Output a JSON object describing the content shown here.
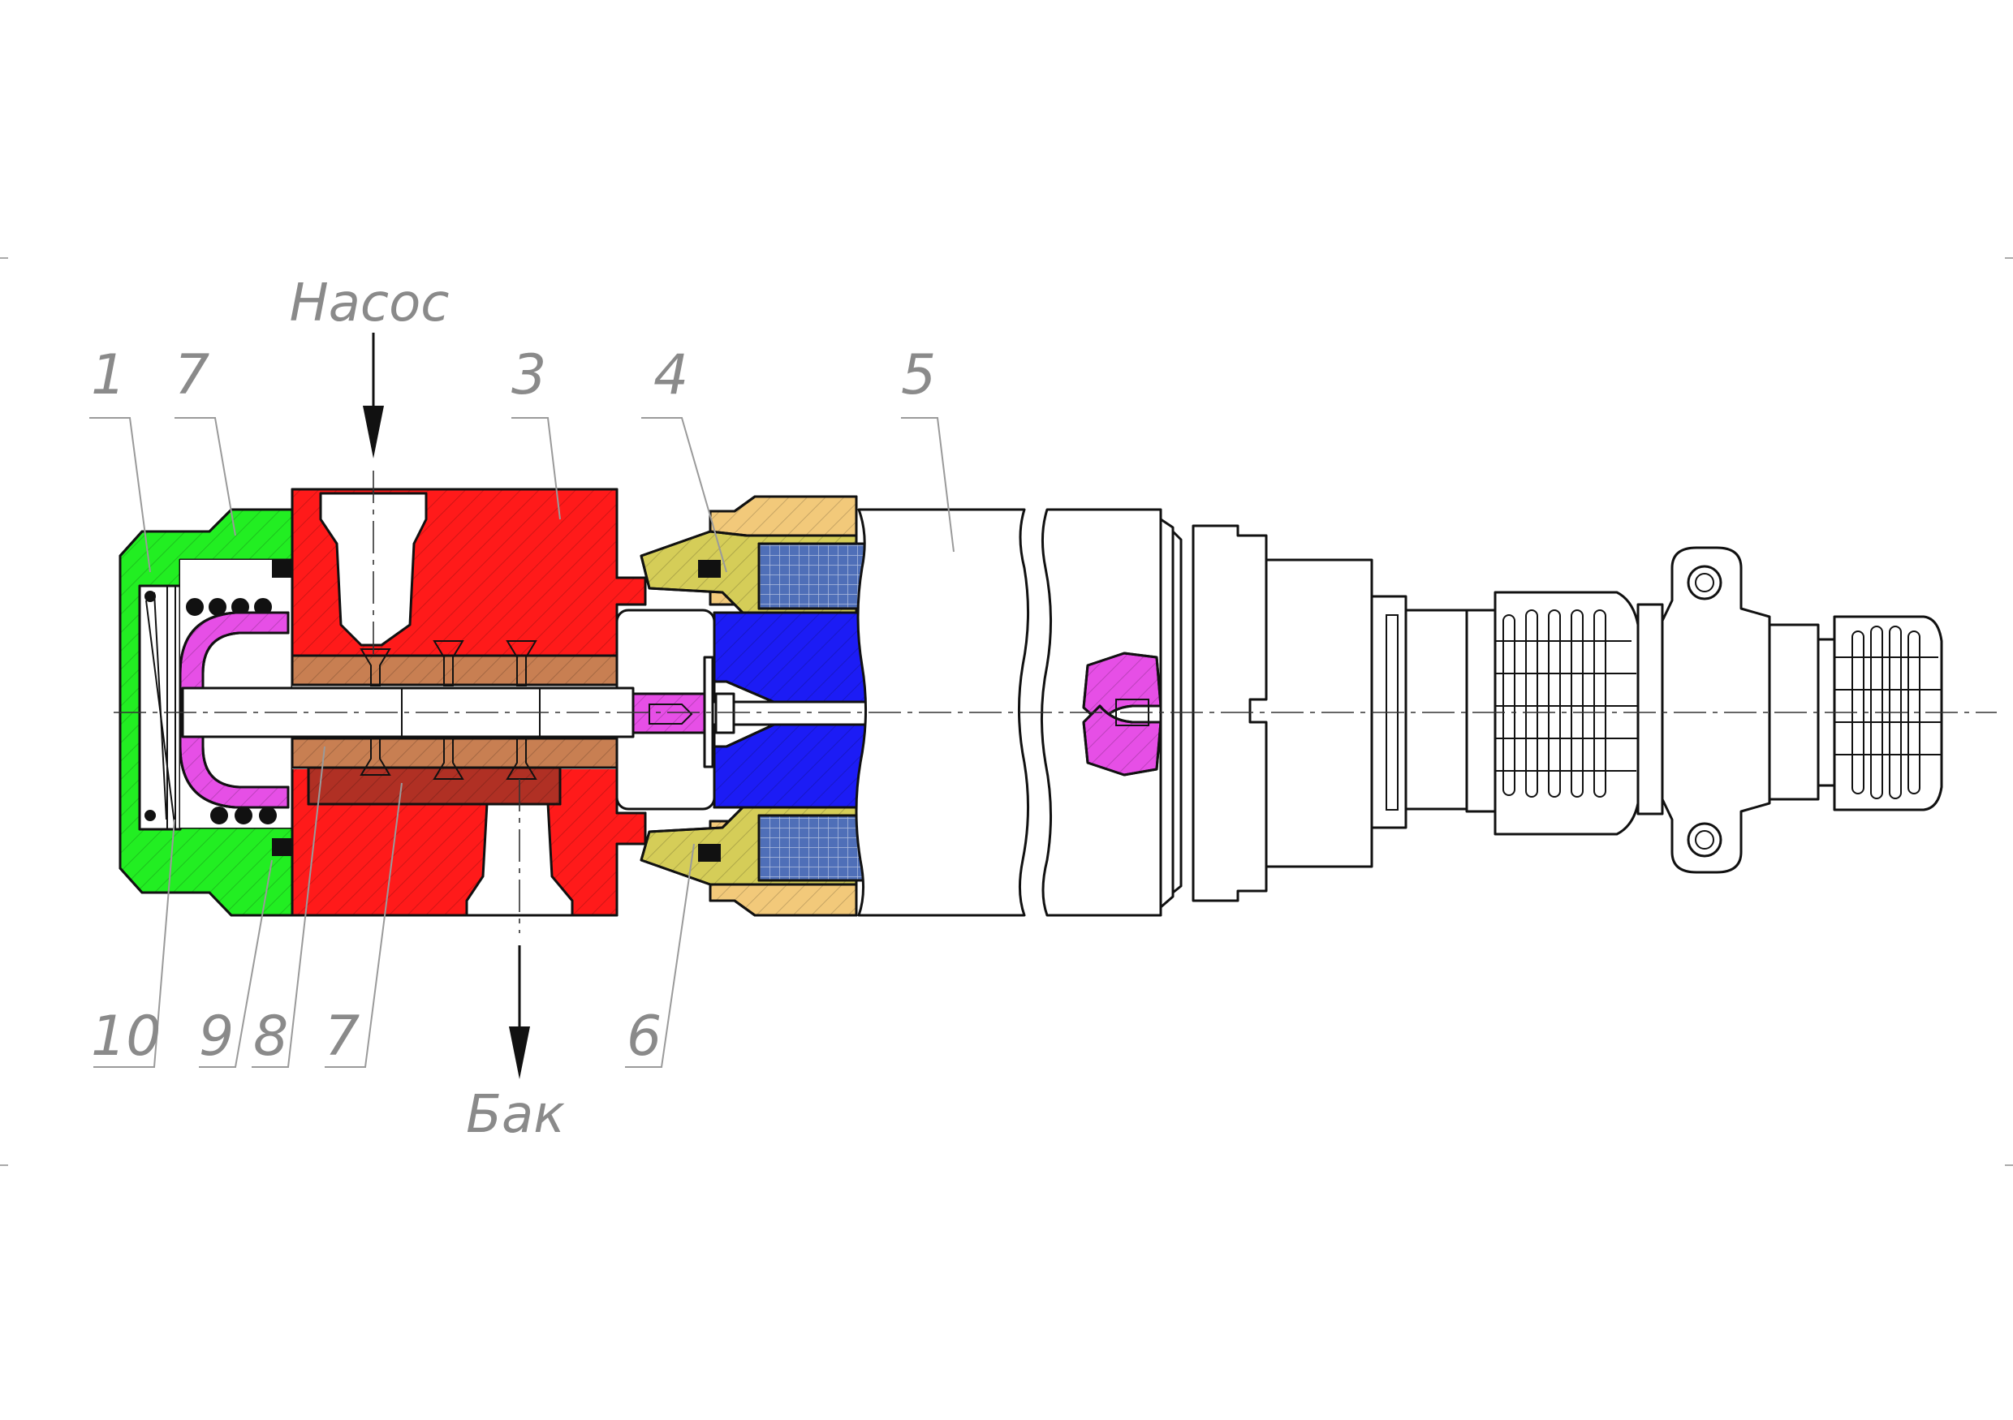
{
  "labels": {
    "top": [
      "1",
      "7",
      "3",
      "4",
      "5"
    ],
    "bottom": [
      "10",
      "9",
      "8",
      "7",
      "6"
    ]
  },
  "ports": {
    "inlet": "Насос",
    "outlet": "Бак"
  },
  "part_colors": {
    "housing": "#ff1a1a",
    "cap": "#22ee22",
    "spool_sleeve": "#c87f52",
    "sleeve_lower": "#b03024",
    "cup": "#e64fe6",
    "core": "#1c1cf5",
    "coil": "#4f6fb8",
    "coil_frame": "#d5cd58",
    "solenoid_shell": "#f2c97a"
  },
  "icons": [
    "arrow-down-icon",
    "arrow-down-icon"
  ]
}
